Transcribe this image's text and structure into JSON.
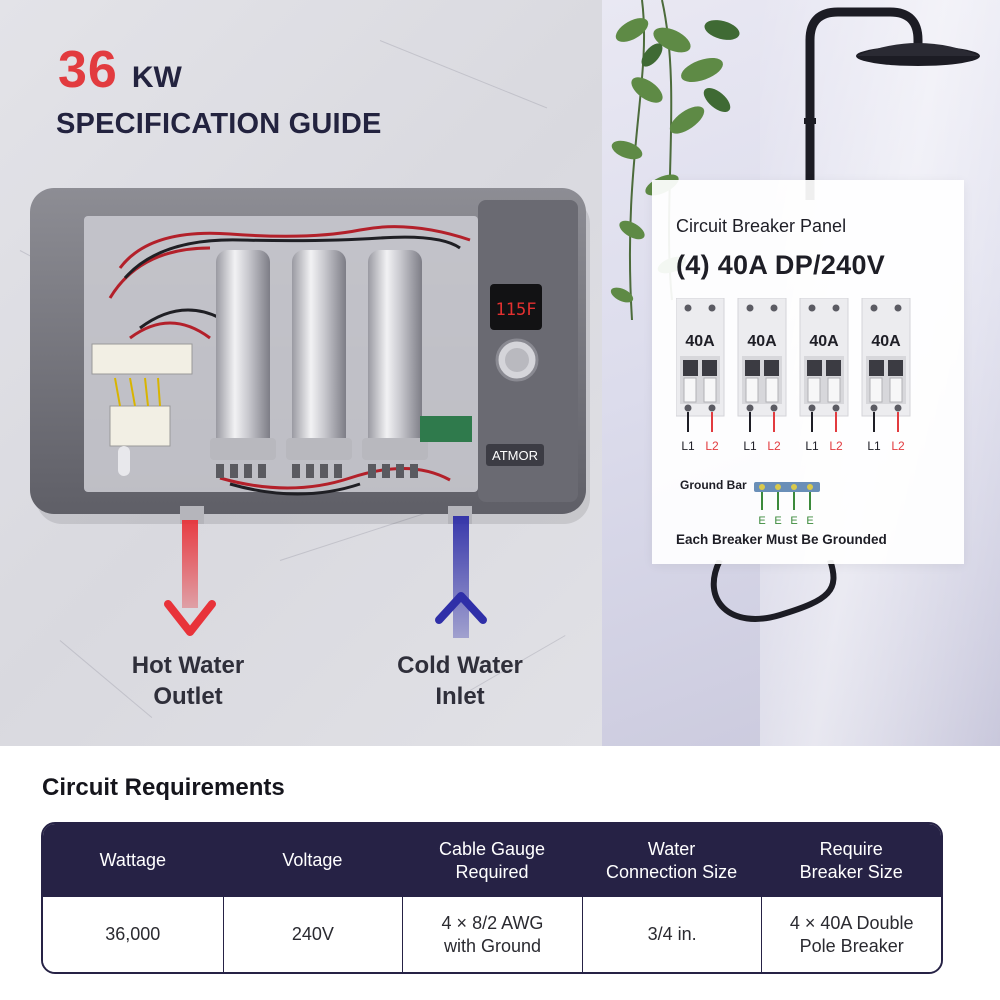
{
  "header": {
    "power_value": "36",
    "power_unit": "KW",
    "subtitle": "SPECIFICATION GUIDE"
  },
  "heater": {
    "display_reading": "115F",
    "brand": "ATMOR"
  },
  "water": {
    "hot_label_line1": "Hot Water",
    "hot_label_line2": "Outlet",
    "cold_label_line1": "Cold Water",
    "cold_label_line2": "Inlet",
    "hot_color": "#e8333a",
    "cold_color": "#2f2fa8"
  },
  "breaker_panel": {
    "title": "Circuit Breaker Panel",
    "spec": "(4) 40A DP/240V",
    "breakers": [
      {
        "rating": "40A",
        "line1": "L1",
        "line2": "L2"
      },
      {
        "rating": "40A",
        "line1": "L1",
        "line2": "L2"
      },
      {
        "rating": "40A",
        "line1": "L1",
        "line2": "L2"
      },
      {
        "rating": "40A",
        "line1": "L1",
        "line2": "L2"
      }
    ],
    "ground_bar_label": "Ground Bar",
    "ground_marks": [
      "E",
      "E",
      "E",
      "E"
    ],
    "ground_note": "Each Breaker Must Be Grounded"
  },
  "requirements": {
    "title": "Circuit Requirements",
    "headers": [
      [
        "Wattage"
      ],
      [
        "Voltage"
      ],
      [
        "Cable Gauge",
        "Required"
      ],
      [
        "Water",
        "Connection Size"
      ],
      [
        "Require",
        "Breaker Size"
      ]
    ],
    "row": [
      [
        "36,000"
      ],
      [
        "240V"
      ],
      [
        "4 × 8/2 AWG",
        "with Ground"
      ],
      [
        "3/4 in."
      ],
      [
        "4 × 40A Double",
        "Pole Breaker"
      ]
    ]
  },
  "colors": {
    "accent_red": "#e23b3f",
    "navy": "#262245"
  }
}
